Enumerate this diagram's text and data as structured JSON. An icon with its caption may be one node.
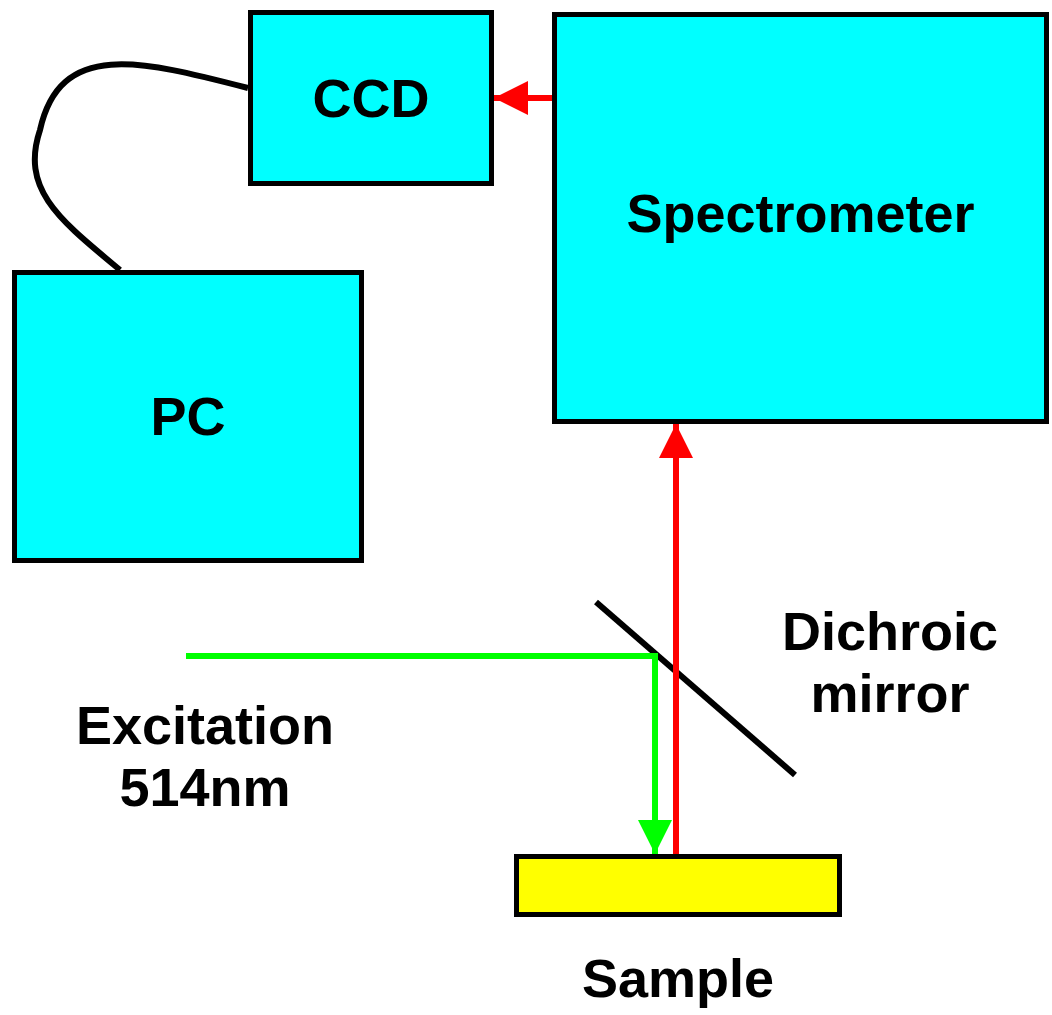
{
  "diagram": {
    "nodes": [
      {
        "text": [
          "CCD"
        ]
      },
      {
        "text": [
          "Spectrometer"
        ]
      },
      {
        "text": [
          "PC"
        ]
      },
      {
        "text": [
          "Excitation 514nm"
        ]
      },
      {
        "text": [
          "Sample"
        ]
      }
    ],
    "edges": [
      {
        "from": 1,
        "to": 0,
        "arrow": "to",
        "color": "#ff0000"
      },
      {
        "from": 2,
        "to": 0,
        "arrow": "none",
        "color": "#000000"
      },
      {
        "from": 3,
        "to": 4,
        "arrow": "to",
        "color": "#00ff00"
      },
      {
        "from": 4,
        "to": 1,
        "arrow": "to",
        "color": "#ff0000"
      }
    ],
    "labels": [
      "Dichroic mirror"
    ]
  }
}
